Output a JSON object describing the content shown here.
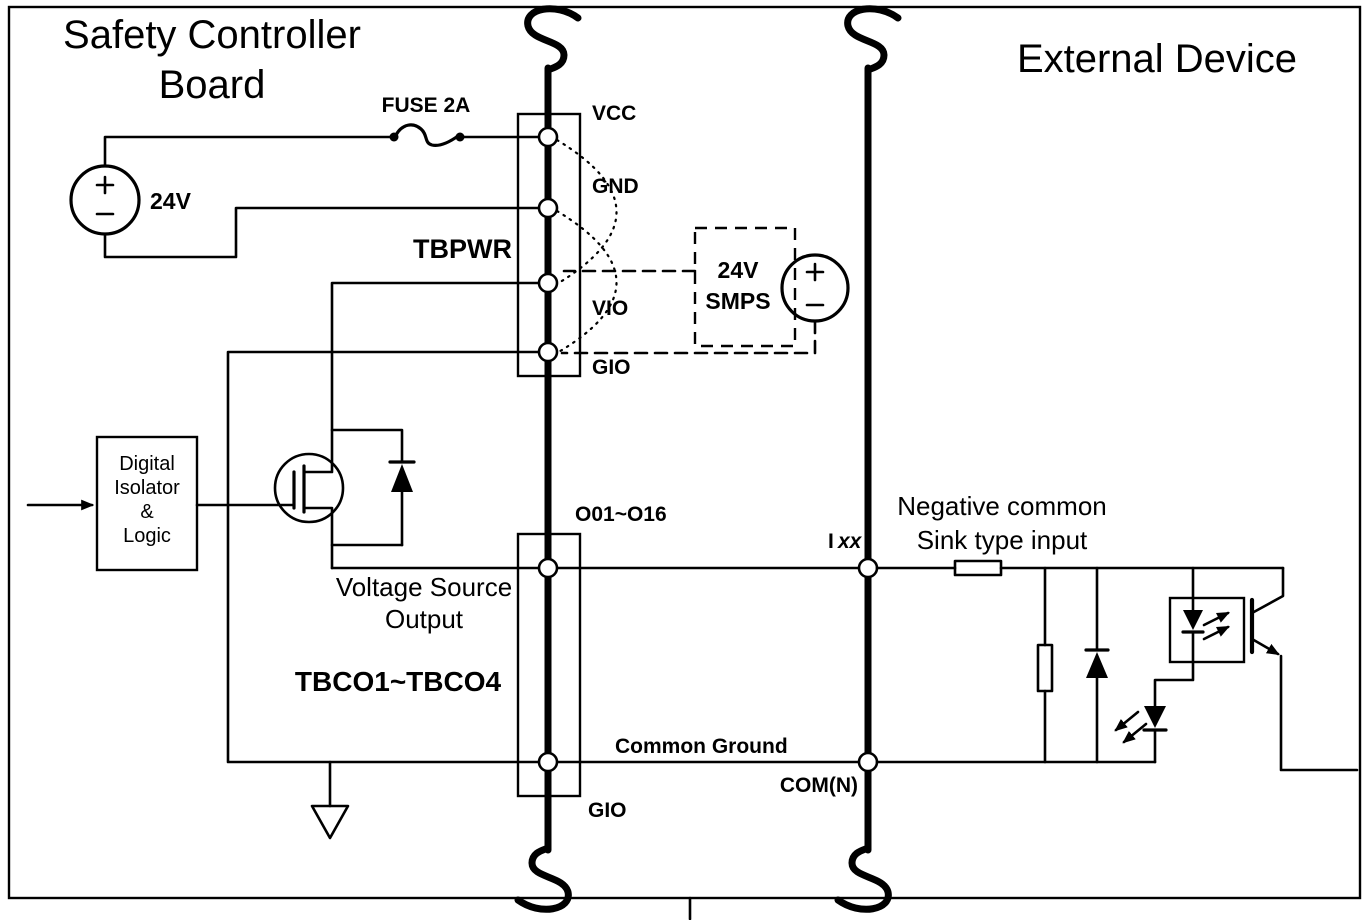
{
  "colors": {
    "ink": "#000000",
    "background": "#ffffff"
  },
  "board": {
    "title_line1": "Safety Controller",
    "title_line2": "Board",
    "fuse_label": "FUSE 2A",
    "source_24v_label": "24V",
    "tbpwr": {
      "name": "TBPWR",
      "pin_vcc": "VCC",
      "pin_gnd": "GND",
      "pin_vio": "VIO",
      "pin_gio": "GIO"
    },
    "smps": {
      "line1": "24V",
      "line2": "SMPS"
    },
    "isolator": {
      "line1": "Digital",
      "line2": "Isolator",
      "line3": "&",
      "line4": "Logic"
    },
    "output": {
      "range_label": "O01~O16",
      "vso_line1": "Voltage Source",
      "vso_line2": "Output",
      "tbco_label": "TBCO1~TBCO4",
      "common_ground_label": "Common Ground",
      "gio_label": "GIO"
    }
  },
  "external": {
    "title": "External Device",
    "input_label_prefix": "I",
    "input_label_sub": "xx",
    "note_line1": "Negative common",
    "note_line2": "Sink type input",
    "com_label": "COM(N)"
  }
}
